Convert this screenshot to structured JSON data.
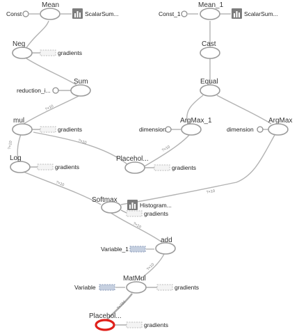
{
  "nodes": {
    "mean": "Mean",
    "mean_1": "Mean_1",
    "neg": "Neg",
    "cast": "Cast",
    "sum": "Sum",
    "equal": "Equal",
    "mul": "mul",
    "argmax_1": "ArgMax_1",
    "argmax": "ArgMax",
    "log": "Log",
    "placeholder_top": "Placehol...",
    "softmax": "Softmax",
    "add": "add",
    "matmul": "MatMul",
    "placeholder_bottom": "Placehol..."
  },
  "constants": {
    "const": "Const",
    "const_1": "Const_1",
    "reduction_indices": "reduction_i...",
    "dimension_1": "dimension",
    "dimension_2": "dimension",
    "variable_1": "Variable_1",
    "variable": "Variable"
  },
  "summaries": {
    "scalar_1": "ScalarSum...",
    "scalar_2": "ScalarSum...",
    "histogram": "Histogram..."
  },
  "gradients_label": "gradients",
  "edge_labels": {
    "mul_to_sum": "?×10",
    "mul_to_log": "?×10",
    "log_to_softmax": "?×10",
    "softmax_to_mul": "?×10",
    "softmax_to_add": "?×10",
    "add_to_matmul": "?×10",
    "matmul_to_placeholder": "?×784",
    "placeholder_to_argmax1": "?×10",
    "softmax_to_argmax": "?×10"
  },
  "colors": {
    "edge": "#b2b2b2",
    "node_border": "#9a9a9a",
    "selected": "#e0201a",
    "variable": "#c6d0e0",
    "summary_icon": "#7c7c7c"
  }
}
